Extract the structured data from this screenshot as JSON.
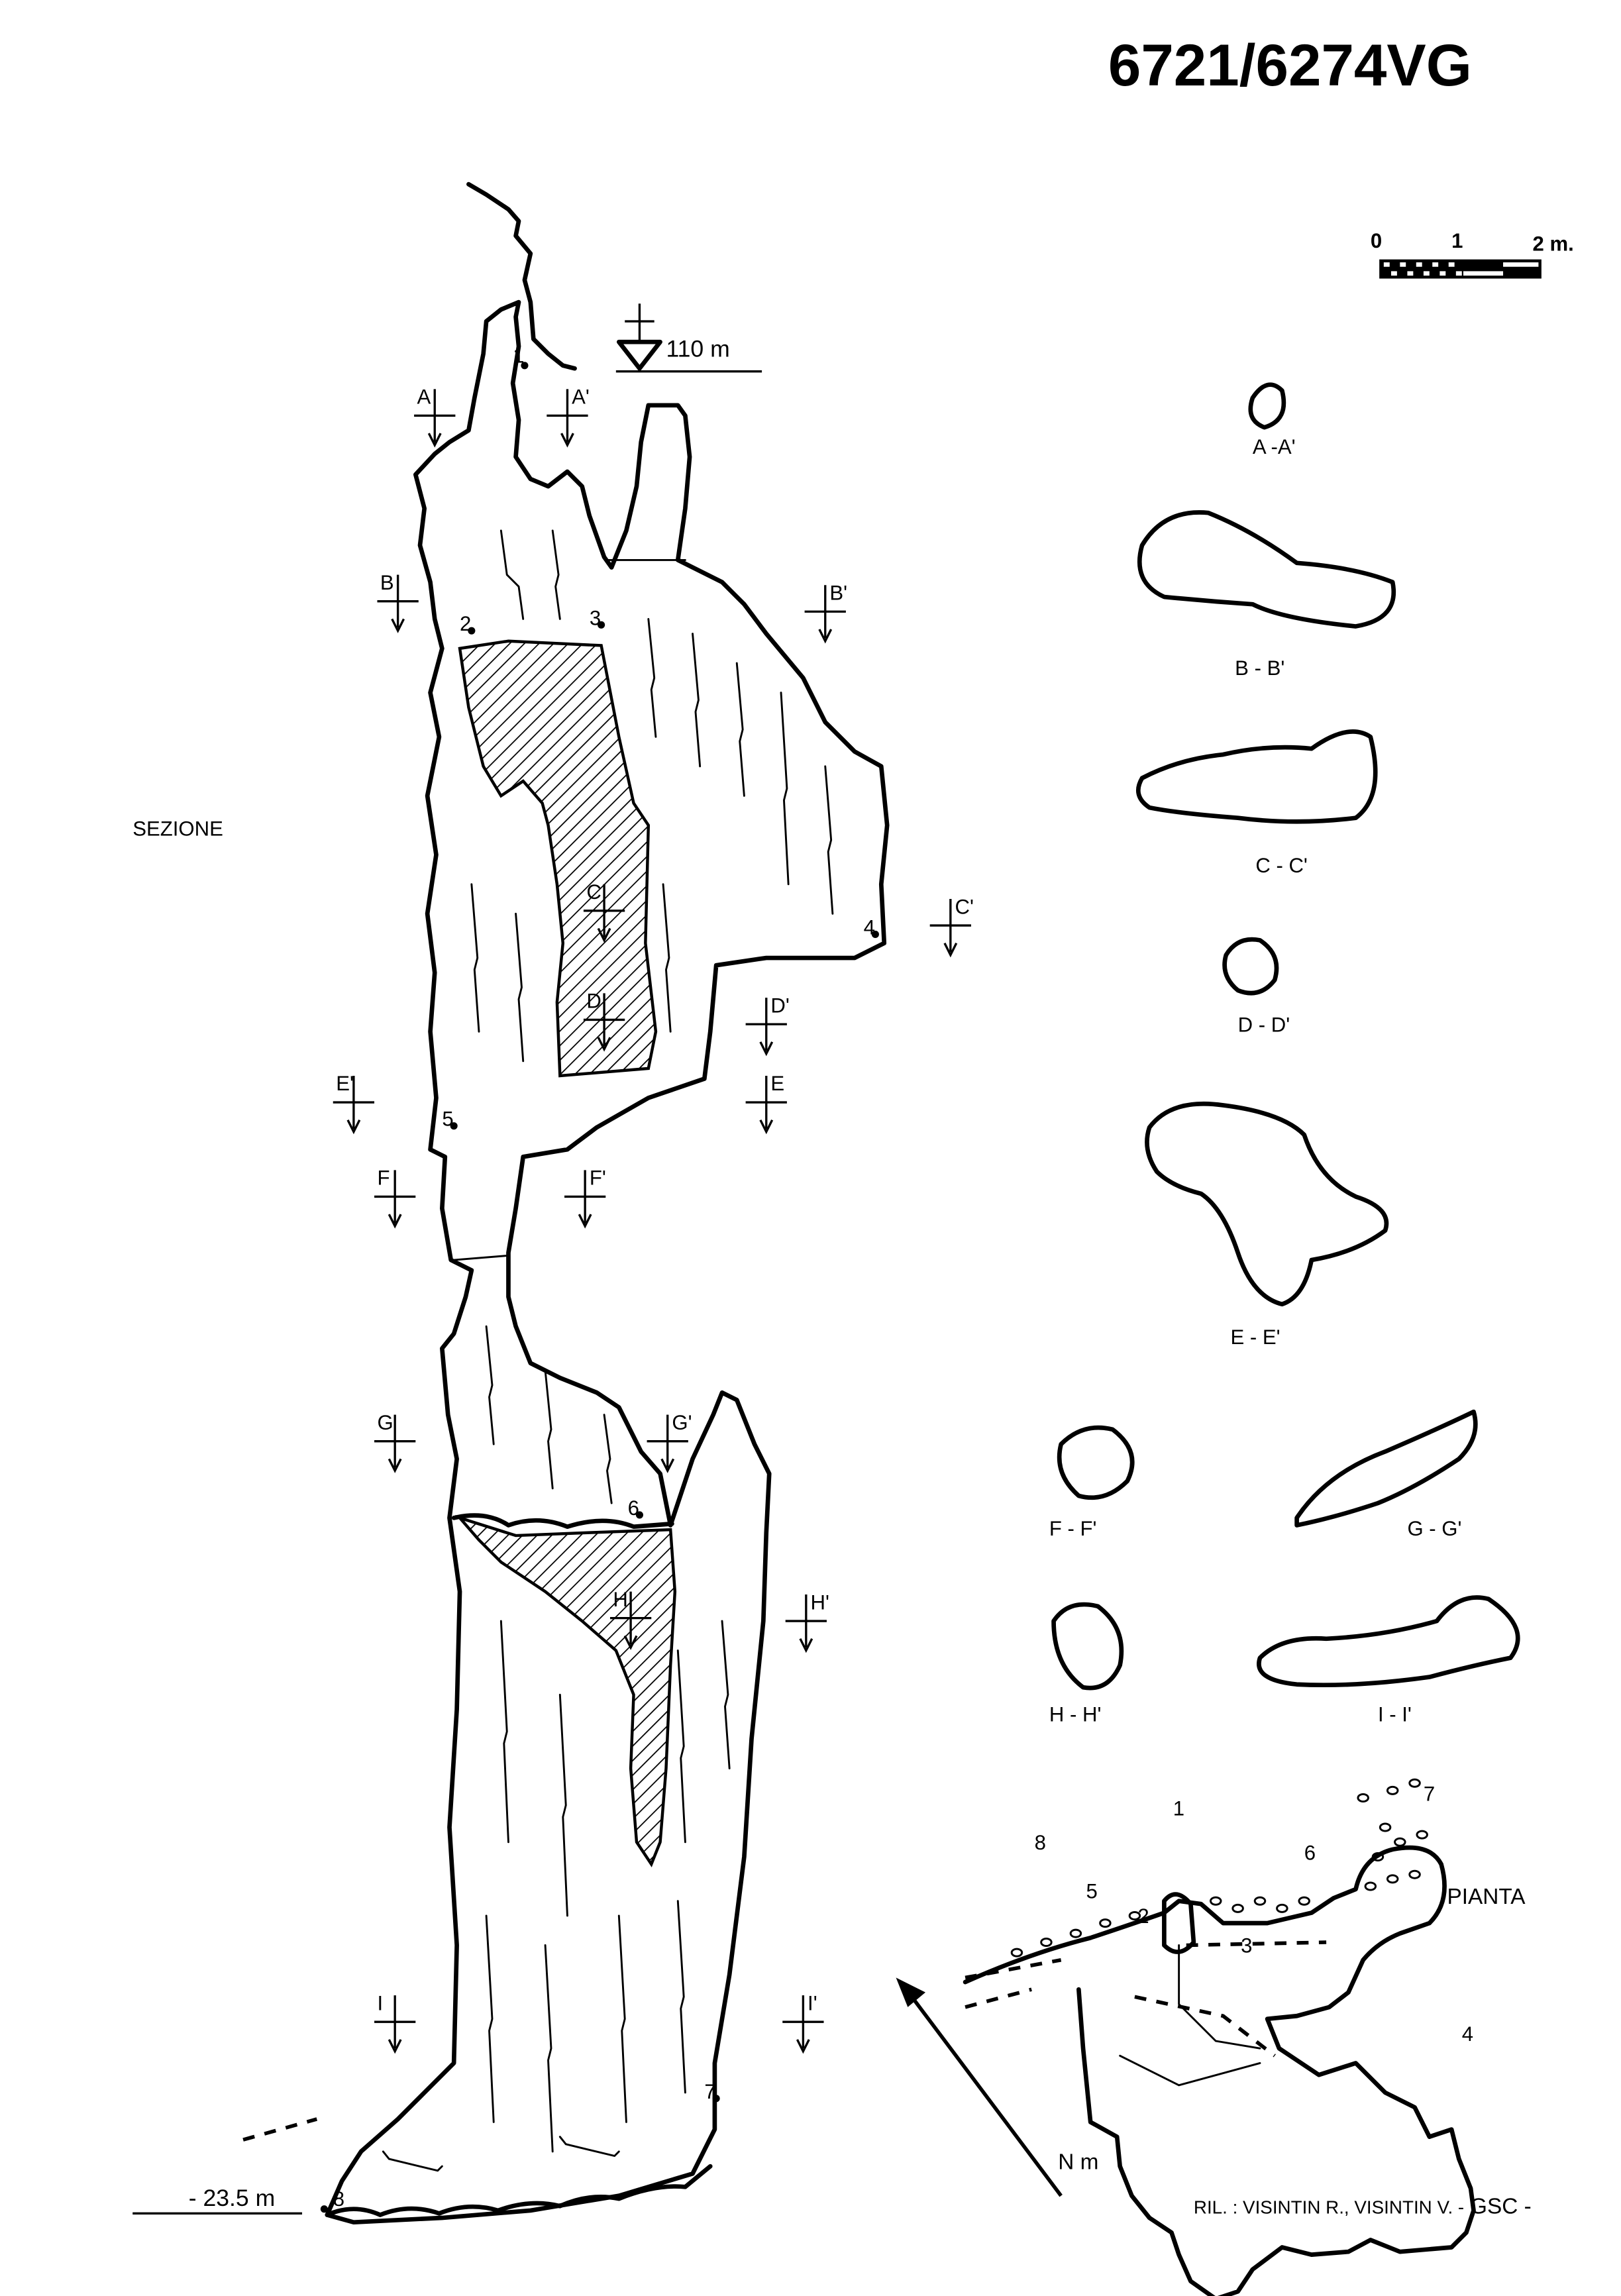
{
  "title": "6721/6274VG",
  "scale_bar": {
    "tick0": "0",
    "tick1": "1",
    "tick2": "2 m."
  },
  "section": {
    "label": "SEZIONE",
    "entrance_elevation": "110 m",
    "bottom_depth": "- 23.5 m",
    "stations": [
      "1",
      "2",
      "3",
      "4",
      "5",
      "6",
      "7",
      "8"
    ],
    "markers": [
      "A",
      "A'",
      "B",
      "B'",
      "C",
      "C'",
      "D",
      "D'",
      "E'",
      "E",
      "F",
      "F'",
      "G",
      "G'",
      "H",
      "H'",
      "I",
      "I'"
    ]
  },
  "cross_sections": [
    "A -A'",
    "B - B'",
    "C - C'",
    "D - D'",
    "E - E'",
    "F - F'",
    "G - G'",
    "H - H'",
    "I - I'"
  ],
  "plan": {
    "label": "PIANTA",
    "stations": [
      "1",
      "2",
      "3",
      "4",
      "5",
      "6",
      "7",
      "8"
    ],
    "north_label": "N m"
  },
  "credit": {
    "surveyors": "RIL. : VISINTIN R., VISINTIN V. -",
    "group": "GSC -"
  }
}
